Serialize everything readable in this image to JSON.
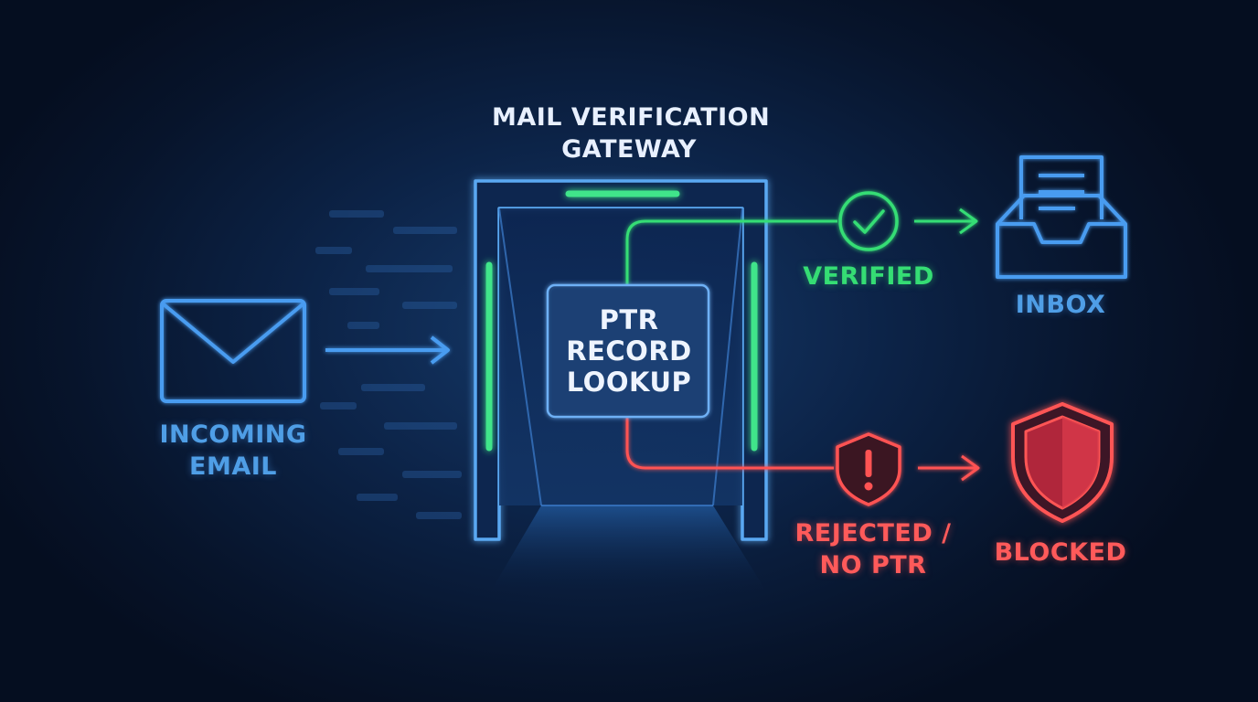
{
  "gateway": {
    "title_line1": "MAIL VERIFICATION",
    "title_line2": "GATEWAY"
  },
  "nodes": {
    "incoming": {
      "line1": "INCOMING",
      "line2": "EMAIL",
      "icon": "envelope-icon"
    },
    "ptr_lookup": {
      "line1": "PTR",
      "line2": "RECORD",
      "line3": "LOOKUP"
    },
    "verified": {
      "label": "VERIFIED",
      "icon": "checkmark-circle-icon"
    },
    "inbox": {
      "label": "INBOX",
      "icon": "inbox-tray-icon"
    },
    "rejected": {
      "line1": "REJECTED /",
      "line2": "NO PTR",
      "icon": "warning-shield-icon"
    },
    "blocked": {
      "label": "BLOCKED",
      "icon": "blocked-shield-icon"
    }
  },
  "colors": {
    "background": "#0a1a38",
    "blue_accent": "#4f9ee6",
    "success_green": "#35dd74",
    "danger_red": "#ff5a5a",
    "text_white": "#e8f0ff"
  }
}
